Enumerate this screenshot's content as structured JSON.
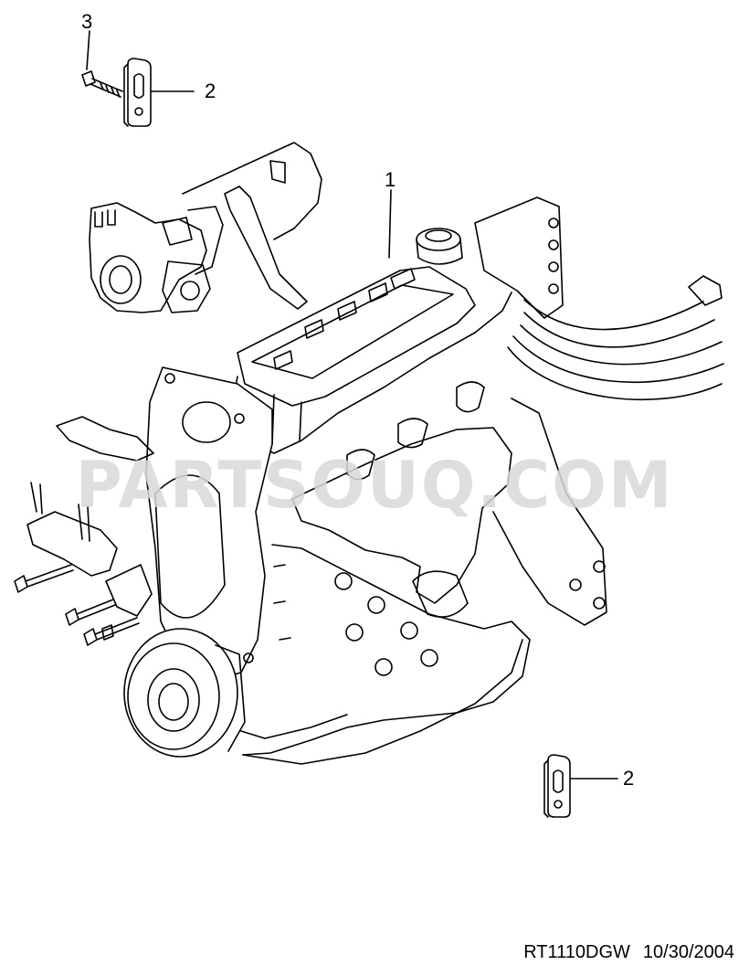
{
  "callouts": {
    "engine": "1",
    "bracket_top": "2",
    "bracket_bottom": "2",
    "bolt": "3"
  },
  "watermark": "PARTSOUQ.COM",
  "footer": {
    "code": "RT1110DGW",
    "date": "10/30/2004"
  },
  "colors": {
    "line": "#000000",
    "background": "#ffffff",
    "watermark": "#d9d9d9"
  }
}
